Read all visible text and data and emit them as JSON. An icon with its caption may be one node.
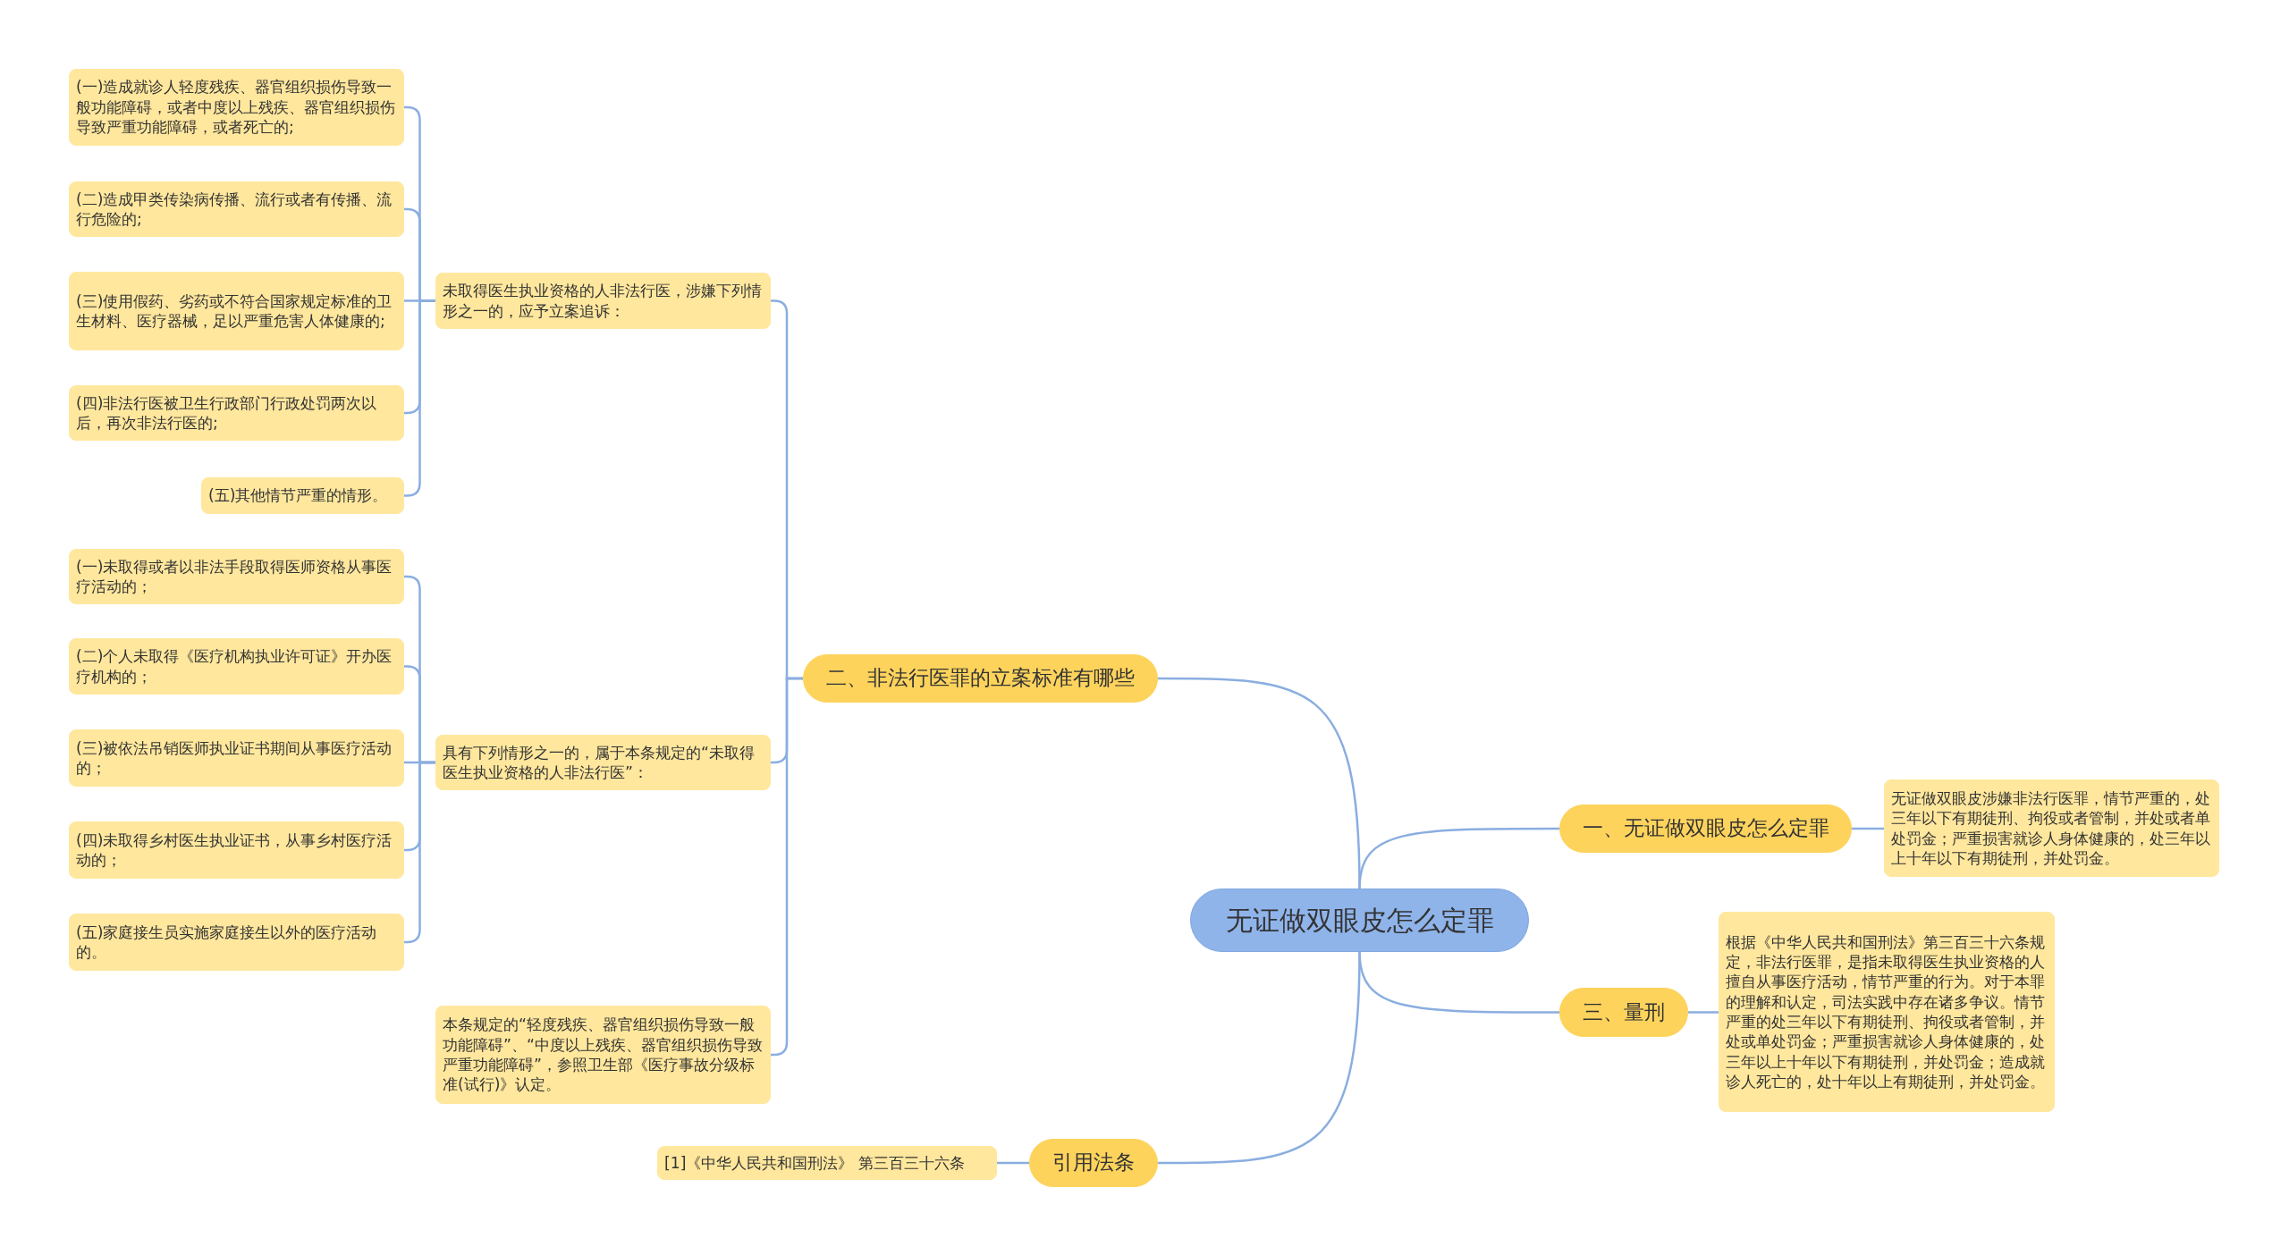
{
  "diagram": {
    "nodes": [
      {
        "text": [
          "无证做双眼皮怎么定罪"
        ]
      },
      {
        "text": [
          "二、非法行医罪的立案标准有哪些"
        ]
      },
      {
        "text": [
          "未取得医生执业资格的人非法行医，涉嫌下列情形之一的，应予立案追诉："
        ]
      },
      {
        "text": [
          "(一)造成就诊人轻度残疾、器官组织损伤导致一般功能障碍，或者中度以上残疾、器官组织损伤导致严重功能障碍，或者死亡的;"
        ]
      },
      {
        "text": [
          "(二)造成甲类传染病传播、流行或者有传播、流行危险的;"
        ]
      },
      {
        "text": [
          "(三)使用假药、劣药或不符合国家规定标准的卫生材料、医疗器械，足以严重危害人体健康的;"
        ]
      },
      {
        "text": [
          "(四)非法行医被卫生行政部门行政处罚两次以后，再次非法行医的;"
        ]
      },
      {
        "text": [
          "(五)其他情节严重的情形。"
        ]
      },
      {
        "text": [
          "具有下列情形之一的，属于本条规定的“未取得医生执业资格的人非法行医”："
        ]
      },
      {
        "text": [
          "(一)未取得或者以非法手段取得医师资格从事医疗活动的；"
        ]
      },
      {
        "text": [
          "(二)个人未取得《医疗机构执业许可证》开办医疗机构的；"
        ]
      },
      {
        "text": [
          "(三)被依法吊销医师执业证书期间从事医疗活动的；"
        ]
      },
      {
        "text": [
          "(四)未取得乡村医生执业证书，从事乡村医疗活动的；"
        ]
      },
      {
        "text": [
          "(五)家庭接生员实施家庭接生以外的医疗活动的。"
        ]
      },
      {
        "text": [
          "本条规定的“轻度残疾、器官组织损伤导致一般功能障碍”、“中度以上残疾、器官组织损伤导致严重功能障碍”，参照卫生部《医疗事故分级标准(试行)》认定。"
        ]
      },
      {
        "text": [
          "一、无证做双眼皮怎么定罪"
        ]
      },
      {
        "text": [
          "无证做双眼皮涉嫌非法行医罪，情节严重的，处三年以下有期徒刑、拘役或者管制，并处或者单处罚金；严重损害就诊人身体健康的，处三年以上十年以下有期徒刑，并处罚金。"
        ]
      },
      {
        "text": [
          "三、量刑"
        ]
      },
      {
        "text": [
          "根据《中华人民共和国刑法》第三百三十六条规定，非法行医罪，是指未取得医生执业资格的人擅自从事医疗活动，情节严重的行为。对于本罪的理解和认定，司法实践中存在诸多争议。情节严重的处三年以下有期徒刑、拘役或者管制，并处或单处罚金；严重损害就诊人身体健康的，处三年以上十年以下有期徒刑，并处罚金；造成就诊人死亡的，处十年以上有期徒刑，并处罚金。"
        ]
      },
      {
        "text": [
          "引用法条"
        ]
      },
      {
        "text": [
          "[1]《中华人民共和国刑法》 第三百三十六条"
        ]
      }
    ],
    "edges": [
      {
        "from": 0,
        "to": 15,
        "arrow": "none"
      },
      {
        "from": 0,
        "to": 1,
        "arrow": "none"
      },
      {
        "from": 0,
        "to": 17,
        "arrow": "none"
      },
      {
        "from": 0,
        "to": 19,
        "arrow": "none"
      },
      {
        "from": 15,
        "to": 16,
        "arrow": "none"
      },
      {
        "from": 17,
        "to": 18,
        "arrow": "none"
      },
      {
        "from": 1,
        "to": 2,
        "arrow": "none"
      },
      {
        "from": 1,
        "to": 8,
        "arrow": "none"
      },
      {
        "from": 1,
        "to": 14,
        "arrow": "none"
      },
      {
        "from": 2,
        "to": 3,
        "arrow": "none"
      },
      {
        "from": 2,
        "to": 4,
        "arrow": "none"
      },
      {
        "from": 2,
        "to": 5,
        "arrow": "none"
      },
      {
        "from": 2,
        "to": 6,
        "arrow": "none"
      },
      {
        "from": 2,
        "to": 7,
        "arrow": "none"
      },
      {
        "from": 8,
        "to": 9,
        "arrow": "none"
      },
      {
        "from": 8,
        "to": 10,
        "arrow": "none"
      },
      {
        "from": 8,
        "to": 11,
        "arrow": "none"
      },
      {
        "from": 8,
        "to": 12,
        "arrow": "none"
      },
      {
        "from": 8,
        "to": 13,
        "arrow": "none"
      },
      {
        "from": 19,
        "to": 20,
        "arrow": "none"
      }
    ]
  }
}
